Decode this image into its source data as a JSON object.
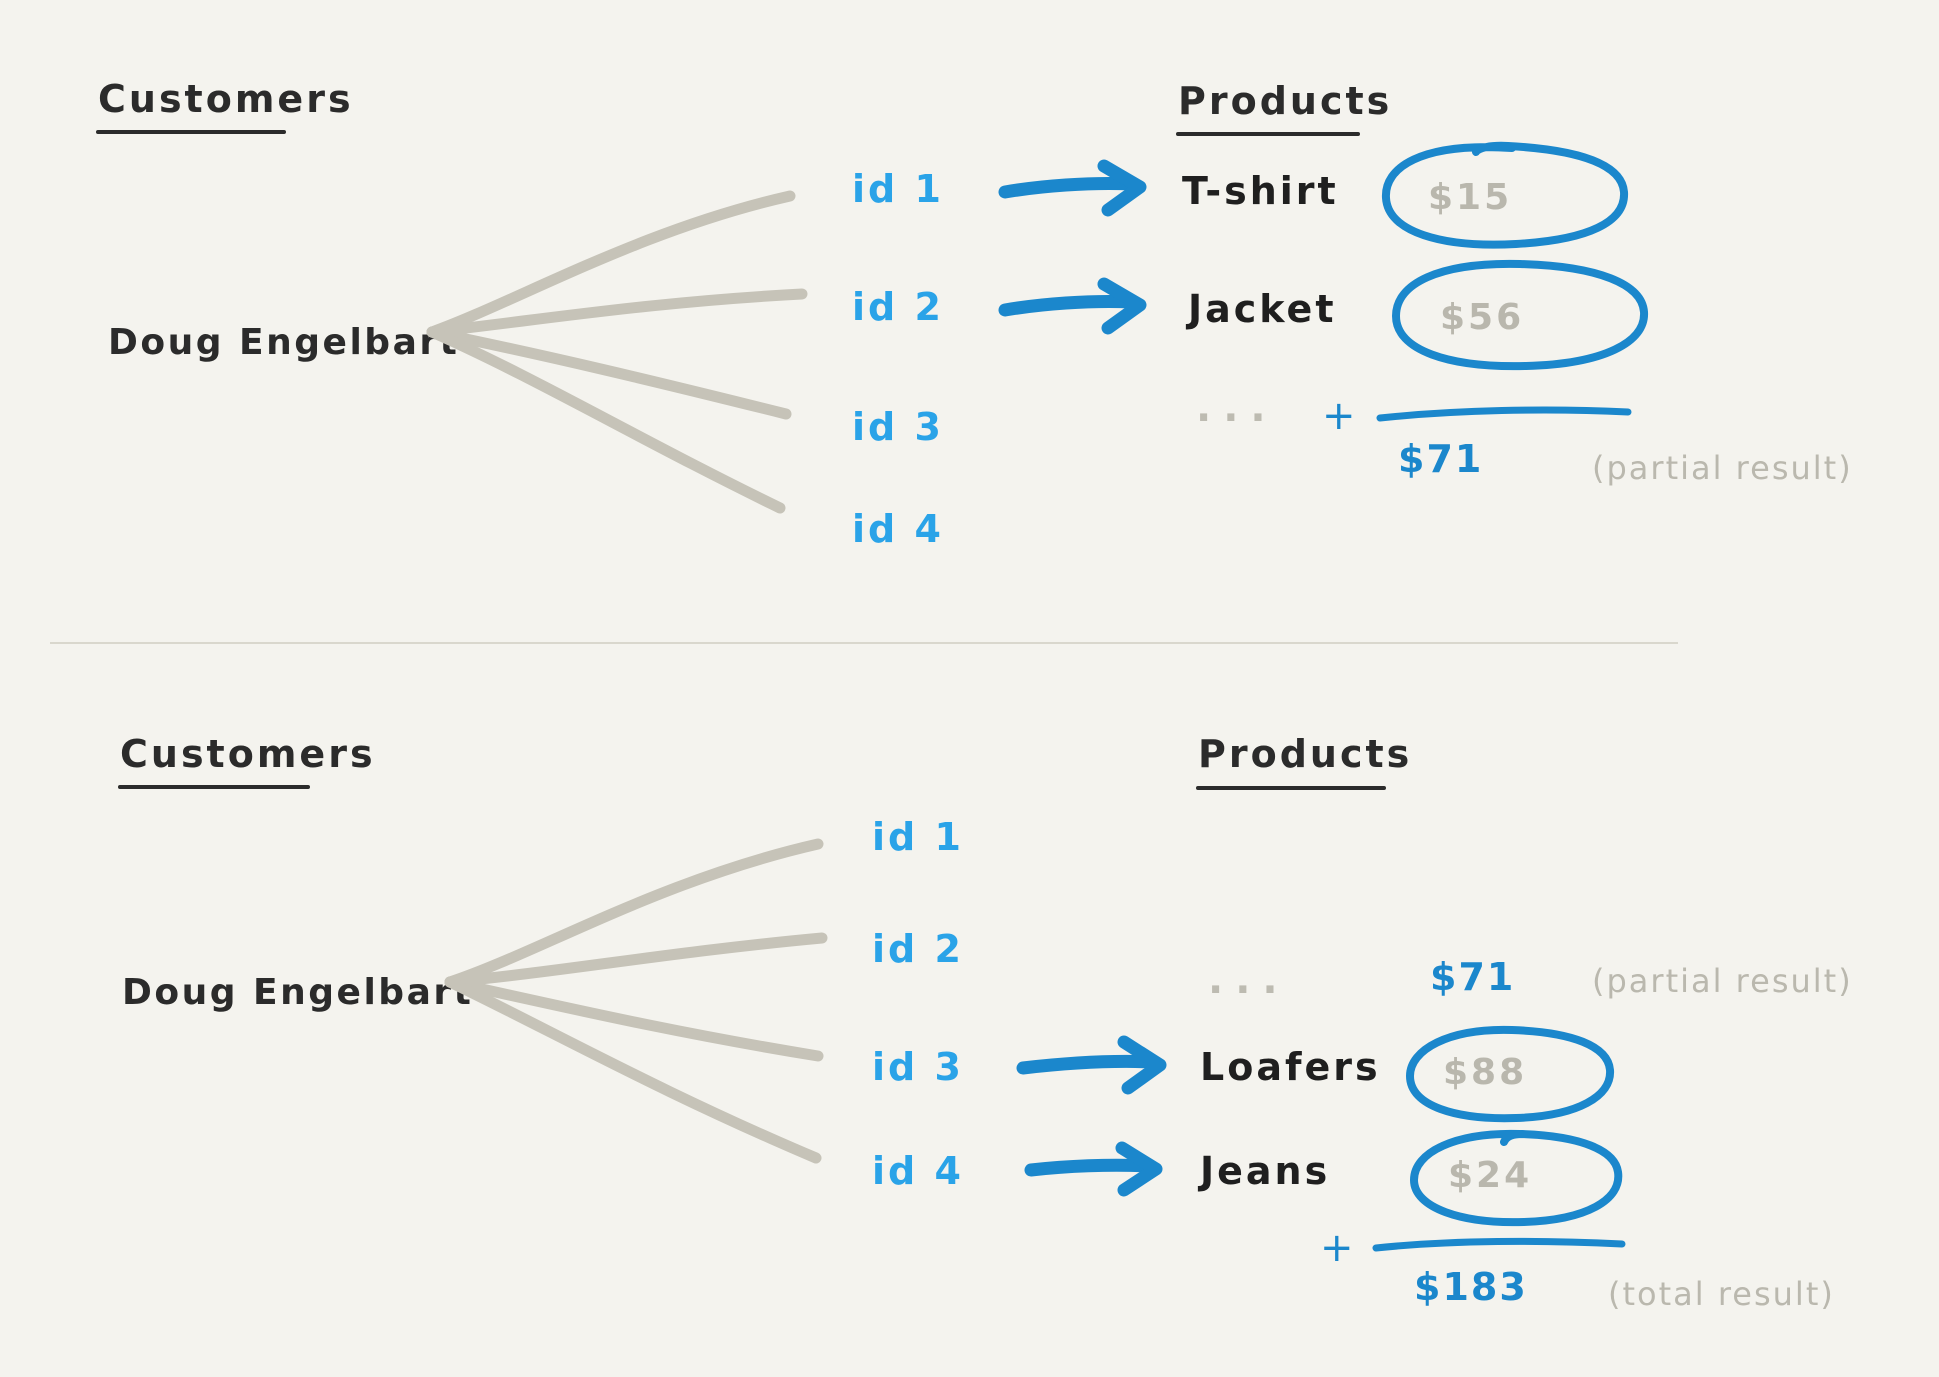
{
  "canvas": {
    "background": "#f4f3ee",
    "ink_black": "#2b2b2b",
    "ink_blue": "#1b87cc",
    "id_blue": "#2aa3e8",
    "gray_line": "#c6c3b8",
    "gray_text": "#bab8ae"
  },
  "panels": [
    {
      "id": "top-panel",
      "customers_heading": "Customers",
      "products_heading": "Products",
      "customer": "Doug Engelbart",
      "ids": [
        "id 1",
        "id 2",
        "id 3",
        "id 4"
      ],
      "rows": [
        {
          "id": "id 1",
          "product": "T-shirt",
          "price": "$15",
          "circled": true,
          "has_arrow": true
        },
        {
          "id": "id 2",
          "product": "Jacket",
          "price": "$56",
          "circled": true,
          "has_arrow": true
        },
        {
          "id": "id 3",
          "product": "",
          "price": "",
          "circled": false,
          "has_arrow": false
        },
        {
          "id": "id 4",
          "product": "",
          "price": "",
          "circled": false,
          "has_arrow": false
        }
      ],
      "ellipsis": "...",
      "plus": "+",
      "sum": "$71",
      "note": "(partial result)"
    },
    {
      "id": "bottom-panel",
      "customers_heading": "Customers",
      "products_heading": "Products",
      "customer": "Doug Engelbart",
      "ids": [
        "id 1",
        "id 2",
        "id 3",
        "id 4"
      ],
      "rows": [
        {
          "id": "id 1",
          "product": "",
          "price": "",
          "circled": false,
          "has_arrow": false
        },
        {
          "id": "id 2",
          "product": "",
          "price": "",
          "circled": false,
          "has_arrow": false
        },
        {
          "id": "id 3",
          "product": "Loafers",
          "price": "$88",
          "circled": true,
          "has_arrow": true
        },
        {
          "id": "id 4",
          "product": "Jeans",
          "price": "$24",
          "circled": true,
          "has_arrow": true
        }
      ],
      "ellipsis": "...",
      "carried_sum": "$71",
      "carried_note": "(partial result)",
      "plus": "+",
      "sum": "$183",
      "note": "(total result)"
    }
  ]
}
